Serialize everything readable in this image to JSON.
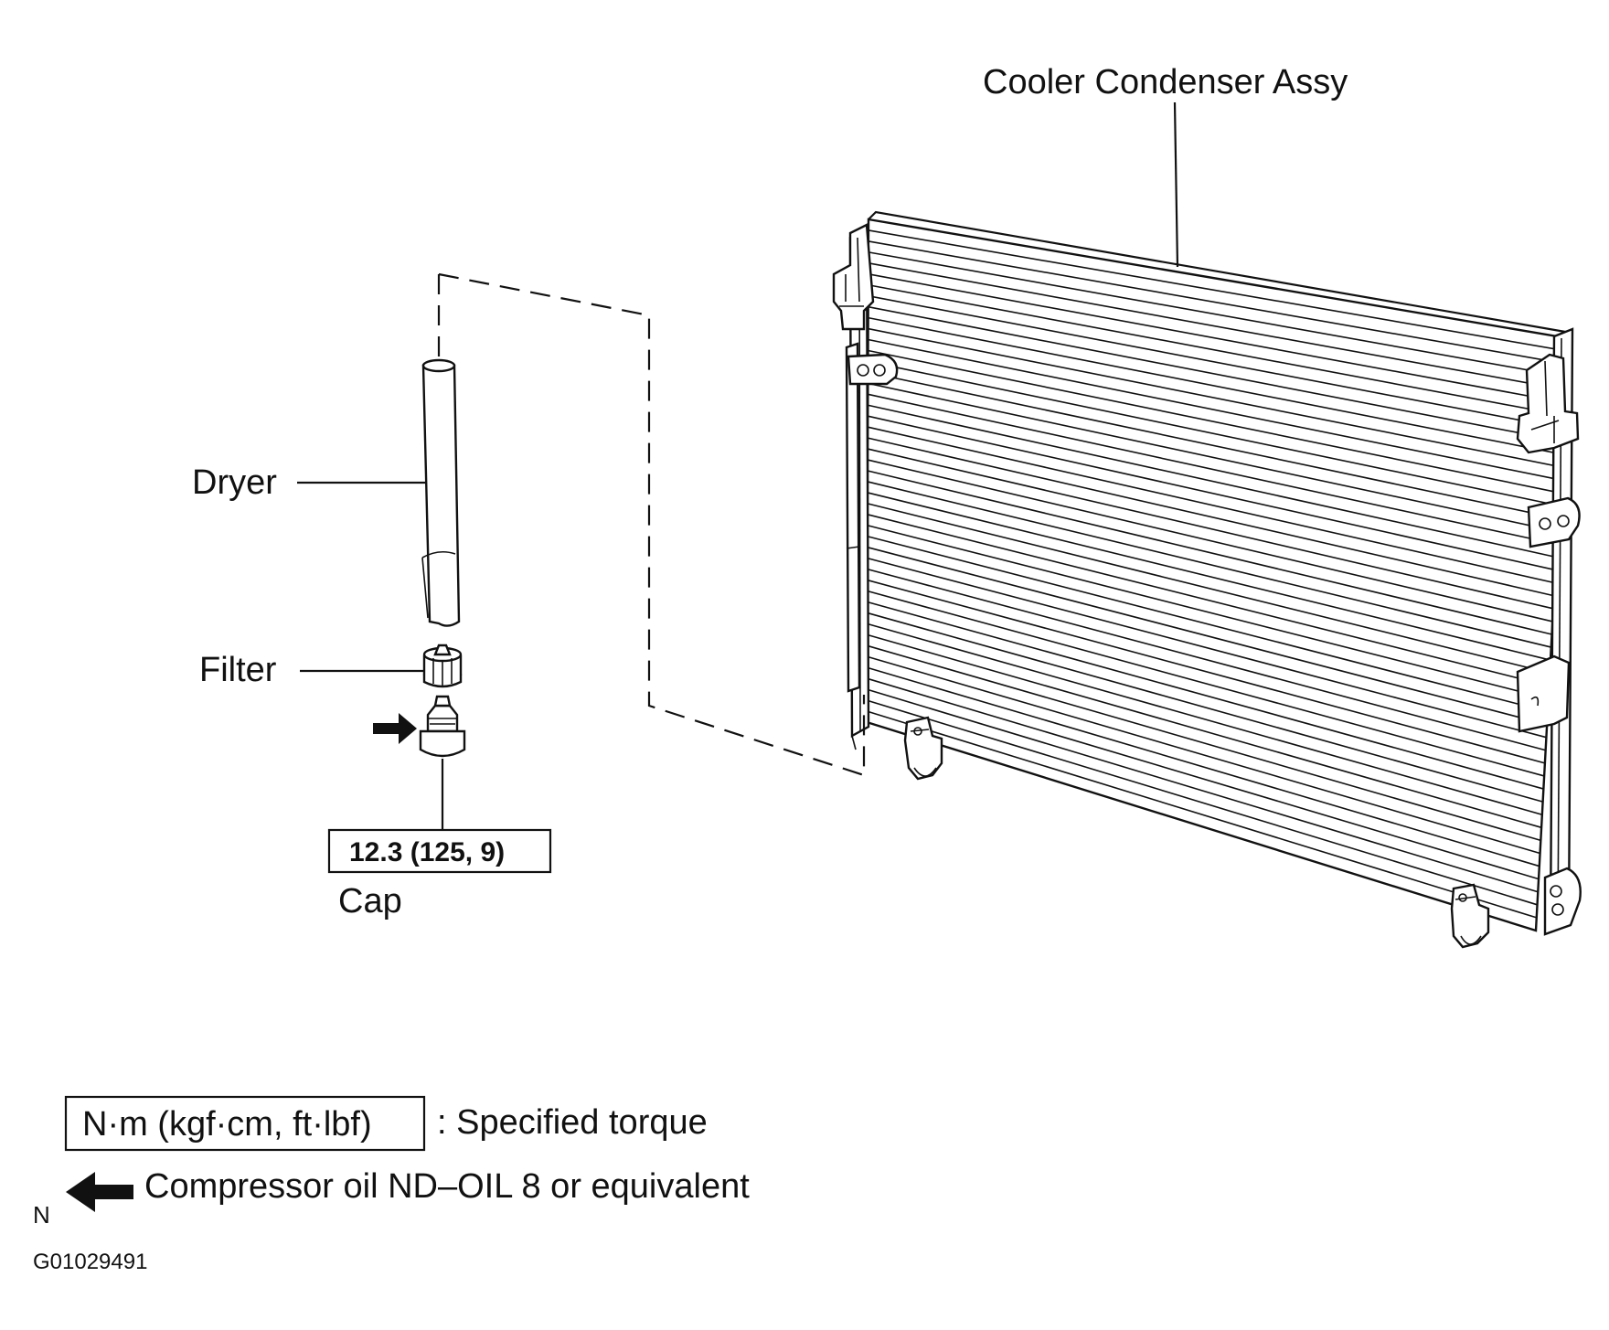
{
  "labels": {
    "condenser": "Cooler Condenser Assy",
    "dryer": "Dryer",
    "filter": "Filter",
    "cap": "Cap",
    "torque_value": "12.3 (125, 9)"
  },
  "legend": {
    "torque_unit": "N·m (kgf·cm, ft·lbf)",
    "torque_desc": ": Specified torque",
    "oil_desc": "Compressor oil ND–OIL 8 or equivalent",
    "oil_symbol_letter": "N"
  },
  "figure_code": "G01029491",
  "icons": {
    "oil_arrow": "left-arrow-icon",
    "apply_arrow": "right-arrow-icon"
  }
}
